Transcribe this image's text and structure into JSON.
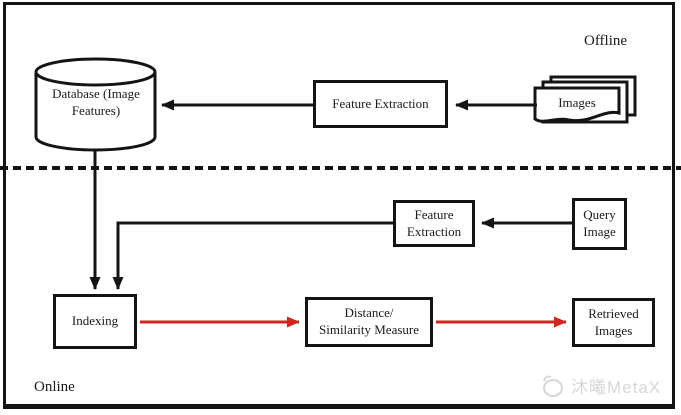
{
  "diagram": {
    "title_labels": {
      "offline": "Offline",
      "online": "Online"
    },
    "nodes": {
      "database": {
        "line1": "Database",
        "line2": "(Image Features)",
        "shape": "cylinder"
      },
      "feature_extraction_offline": {
        "label": "Feature Extraction",
        "shape": "rect"
      },
      "images": {
        "label": "Images",
        "shape": "document-stack"
      },
      "feature_extraction_online": {
        "line1": "Feature",
        "line2": "Extraction",
        "shape": "rect"
      },
      "query_image": {
        "line1": "Query",
        "line2": "Image",
        "shape": "rect"
      },
      "indexing": {
        "label": "Indexing",
        "shape": "rect"
      },
      "distance_similarity": {
        "line1": "Distance/",
        "line2": "Similarity Measure",
        "shape": "rect"
      },
      "retrieved_images": {
        "line1": "Retrieved",
        "line2": "Images",
        "shape": "rect"
      }
    },
    "edges": [
      {
        "from": "images",
        "to": "feature_extraction_offline",
        "color": "black"
      },
      {
        "from": "feature_extraction_offline",
        "to": "database",
        "color": "black"
      },
      {
        "from": "database",
        "to": "indexing",
        "color": "black"
      },
      {
        "from": "query_image",
        "to": "feature_extraction_online",
        "color": "black"
      },
      {
        "from": "feature_extraction_online",
        "to": "indexing",
        "color": "black"
      },
      {
        "from": "indexing",
        "to": "distance_similarity",
        "color": "red"
      },
      {
        "from": "distance_similarity",
        "to": "retrieved_images",
        "color": "red"
      }
    ],
    "divider": {
      "style": "dashed",
      "separates": [
        "Offline",
        "Online"
      ]
    },
    "colors": {
      "line": "#141414",
      "accent_red": "#d2251c",
      "watermark_gray": "#d7d7d7",
      "background": "#ffffff"
    }
  },
  "watermark": {
    "text": "沐曦MetaX"
  }
}
